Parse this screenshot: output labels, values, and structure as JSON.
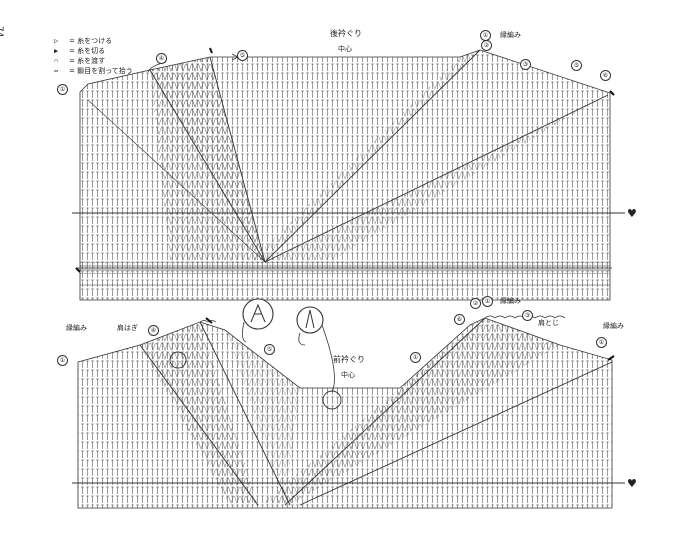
{
  "page_number": "74",
  "legend": [
    {
      "symbol": "▷",
      "text": "= 糸をつける"
    },
    {
      "symbol": "▶",
      "text": "= 糸を切る"
    },
    {
      "symbol": "⌒",
      "text": "= 糸を渡す"
    },
    {
      "symbol": "⇔",
      "text": "= 鎖目を割って拾う"
    }
  ],
  "back_chart": {
    "title": "後衿ぐり",
    "center": "中心",
    "edge_label": "縁編み",
    "markers": [
      "①",
      "②",
      "③",
      "④",
      "⑤",
      "⑥"
    ],
    "heart": "♥"
  },
  "front_chart": {
    "title": "前衿ぐり",
    "center": "中心",
    "edge_label_left": "縁編み",
    "edge_label_right": "縁編み",
    "edge_label_top": "縁編み",
    "shoulder_seam_left": "肩はぎ",
    "shoulder_seam_right": "肩とじ",
    "markers": [
      "①",
      "②",
      "③",
      "④",
      "⑤",
      "⑥"
    ],
    "heart": "♥"
  },
  "colors": {
    "ink": "#333333",
    "grid": "#555555",
    "background": "#ffffff"
  }
}
